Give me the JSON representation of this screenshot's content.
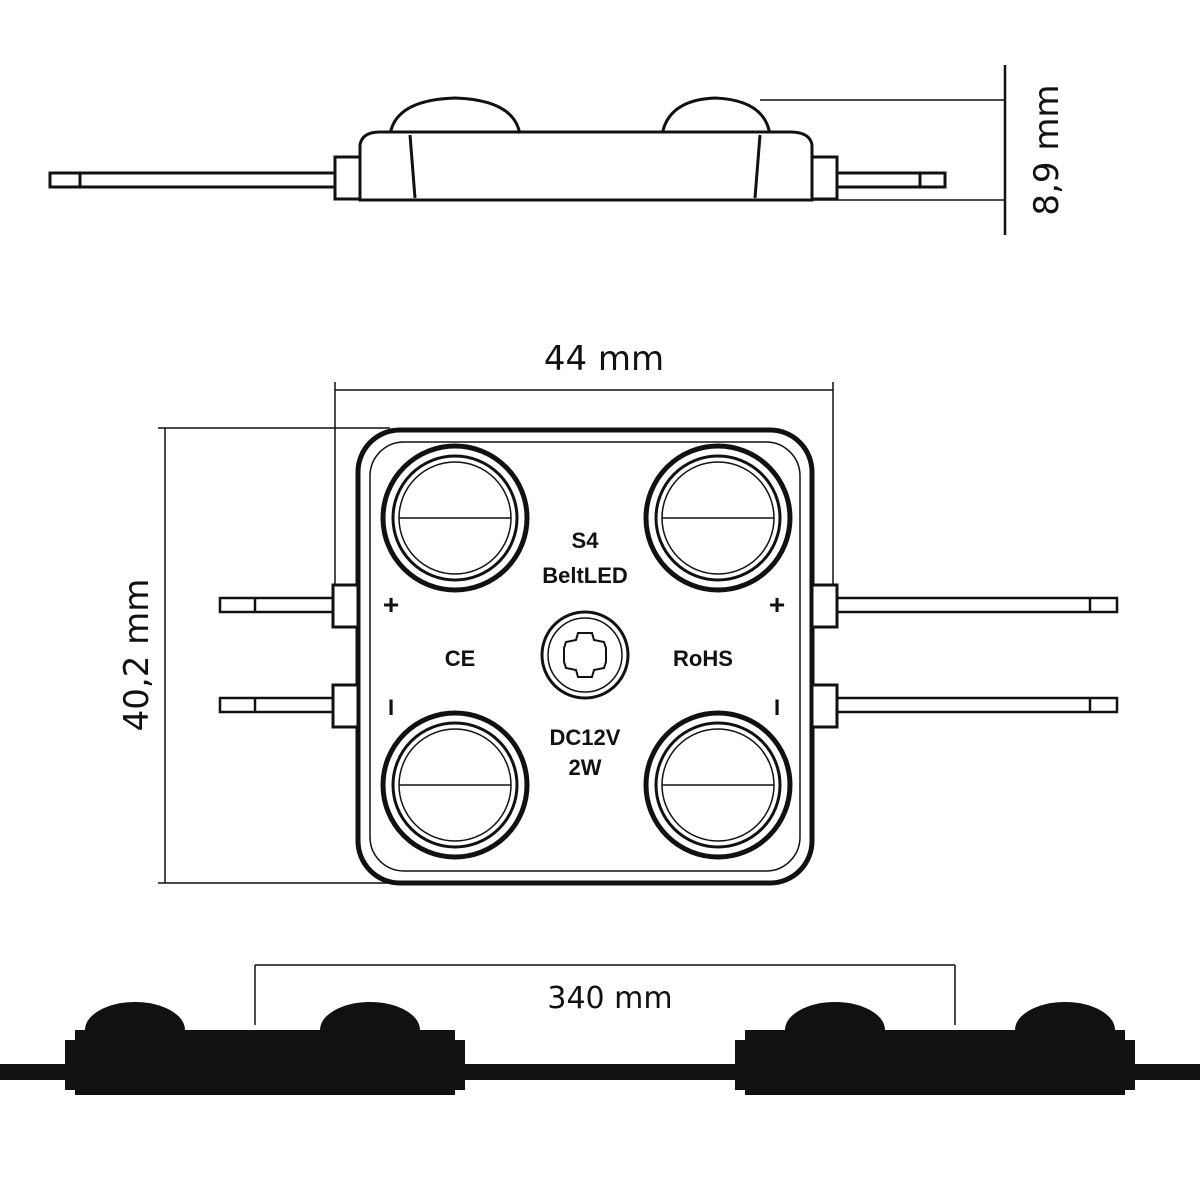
{
  "dimensions": {
    "height": "8,9 mm",
    "width": "44 mm",
    "depth": "40,2 mm",
    "spacing": "340 mm"
  },
  "module_markings": {
    "model": "S4",
    "brand": "BeltLED",
    "plus_left": "+",
    "plus_right": "+",
    "minus_left": "I",
    "minus_right": "I",
    "ce": "CE",
    "rohs": "RoHS",
    "voltage": "DC12V",
    "power": "2W"
  },
  "colors": {
    "line": "#111111",
    "background": "#ffffff"
  }
}
